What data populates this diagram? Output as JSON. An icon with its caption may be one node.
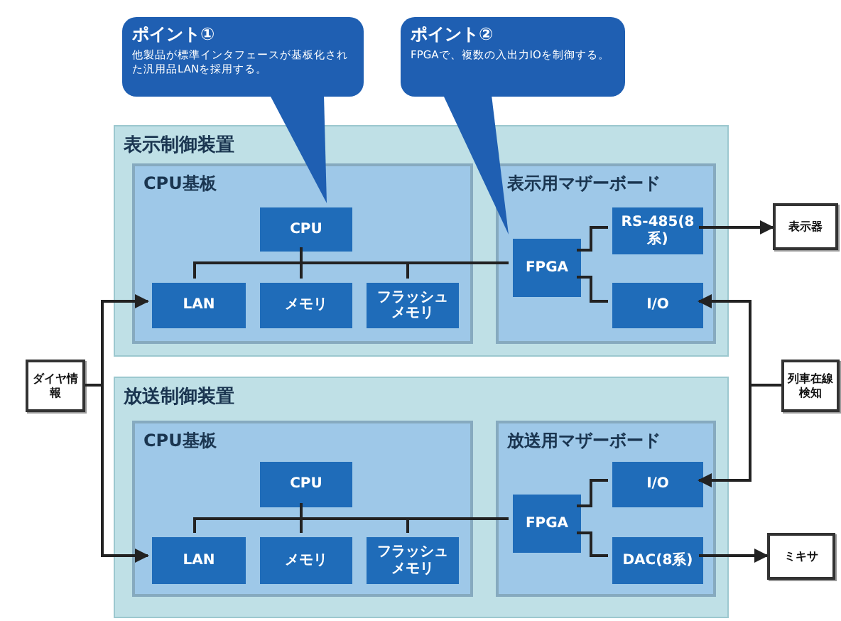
{
  "diagram": {
    "nodes": [
      {
        "text": [
          "表示制御装置"
        ]
      },
      {
        "text": [
          "CPU基板"
        ],
        "in": 0
      },
      {
        "text": [
          "CPU"
        ],
        "in": 1
      },
      {
        "text": [
          "LAN"
        ],
        "in": 1
      },
      {
        "text": [
          "メモリ"
        ],
        "in": 1
      },
      {
        "text": [
          "フラッシュメモリ"
        ],
        "in": 1
      },
      {
        "text": [
          "表示用マザーボード"
        ],
        "in": 0
      },
      {
        "text": [
          "FPGA"
        ],
        "in": 6
      },
      {
        "text": [
          "RS-485(8系)"
        ],
        "in": 6
      },
      {
        "text": [
          "I/O"
        ],
        "in": 6
      },
      {
        "text": [
          "放送制御装置"
        ]
      },
      {
        "text": [
          "CPU基板"
        ],
        "in": 10
      },
      {
        "text": [
          "CPU"
        ],
        "in": 11
      },
      {
        "text": [
          "LAN"
        ],
        "in": 11
      },
      {
        "text": [
          "メモリ"
        ],
        "in": 11
      },
      {
        "text": [
          "フラッシュメモリ"
        ],
        "in": 11
      },
      {
        "text": [
          "放送用マザーボード"
        ],
        "in": 10
      },
      {
        "text": [
          "FPGA"
        ],
        "in": 16
      },
      {
        "text": [
          "I/O"
        ],
        "in": 16
      },
      {
        "text": [
          "DAC(8系)"
        ],
        "in": 16
      },
      {
        "text": [
          "表示器"
        ]
      },
      {
        "text": [
          "ダイヤ情報"
        ]
      },
      {
        "text": [
          "列車在線検知"
        ]
      },
      {
        "text": [
          "ミキサ"
        ]
      },
      {
        "text": [
          "ポイント①",
          "他製品が標準インタフェースが基板化された汎用品LANを採用する。"
        ]
      },
      {
        "text": [
          "ポイント②",
          "FPGAで、複数の入出力IOを制御する。"
        ]
      }
    ],
    "edges": [
      {
        "from": 7,
        "to": 2,
        "arrow": "none"
      },
      {
        "from": 7,
        "to": 3,
        "arrow": "none"
      },
      {
        "from": 7,
        "to": 4,
        "arrow": "none"
      },
      {
        "from": 7,
        "to": 5,
        "arrow": "none"
      },
      {
        "from": 7,
        "to": 8,
        "arrow": "none"
      },
      {
        "from": 7,
        "to": 9,
        "arrow": "none"
      },
      {
        "from": 8,
        "to": 20,
        "arrow": "to"
      },
      {
        "from": 21,
        "to": 3,
        "arrow": "to"
      },
      {
        "from": 21,
        "to": 13,
        "arrow": "to"
      },
      {
        "from": 22,
        "to": 9,
        "arrow": "to"
      },
      {
        "from": 22,
        "to": 18,
        "arrow": "to"
      },
      {
        "from": 17,
        "to": 12,
        "arrow": "none"
      },
      {
        "from": 17,
        "to": 13,
        "arrow": "none"
      },
      {
        "from": 17,
        "to": 14,
        "arrow": "none"
      },
      {
        "from": 17,
        "to": 15,
        "arrow": "none"
      },
      {
        "from": 17,
        "to": 18,
        "arrow": "none"
      },
      {
        "from": 17,
        "to": 19,
        "arrow": "none"
      },
      {
        "from": 19,
        "to": 23,
        "arrow": "to"
      },
      {
        "from": 24,
        "to": 2,
        "arrow": "none"
      },
      {
        "from": 25,
        "to": 7,
        "arrow": "none"
      }
    ]
  }
}
